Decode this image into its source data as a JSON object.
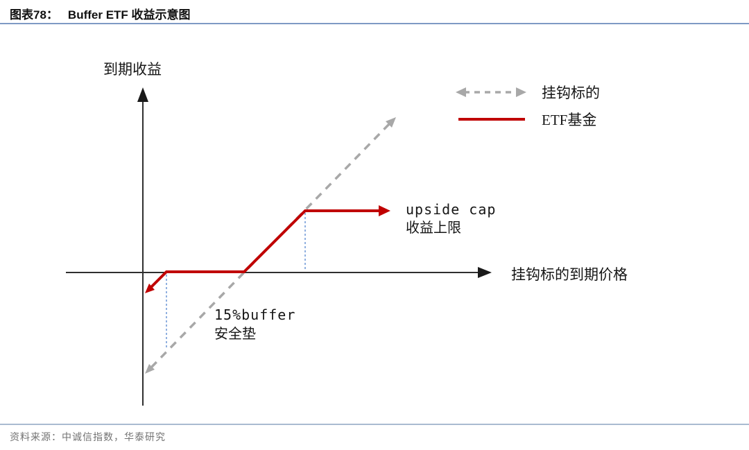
{
  "header": {
    "title_prefix": "图表78：",
    "title_main": "Buffer ETF 收益示意图"
  },
  "chart": {
    "y_axis_label": "到期收益",
    "x_axis_label": "挂钩标的到期价格",
    "cap_annotation_line1": "upside cap",
    "cap_annotation_line2": "收益上限",
    "buffer_annotation_line1": "15%buffer",
    "buffer_annotation_line2": "安全垫"
  },
  "legend": {
    "items": [
      {
        "label": "挂钩标的",
        "swatch": "dashed-gray-double-arrow",
        "color": "#a8a8a8"
      },
      {
        "label": "ETF基金",
        "swatch": "solid-red-line",
        "color": "#c00000"
      }
    ]
  },
  "footer": {
    "source": "资料来源：中诚信指数，华泰研究"
  },
  "colors": {
    "underlying_dashed": "#a8a8a8",
    "etf_red": "#c00000",
    "axis_black": "#2f2f2f",
    "guide_blue": "#6c96d6",
    "title_underline_blue": "#7e9ac4",
    "footer_divider_blue": "#a9bbd0",
    "footer_text_gray": "#737373"
  },
  "chart_data": {
    "type": "line",
    "title": "Buffer ETF 收益示意图",
    "xlabel": "挂钩标的到期价格",
    "ylabel": "到期收益",
    "x_units": "underlying return at maturity (schematic %)",
    "buffer_pct": 15,
    "grid": false,
    "legend_position": "top-right",
    "annotations": [
      {
        "text": "upside cap 收益上限",
        "attached_to": "ETF基金 cap level"
      },
      {
        "text": "15%buffer 安全垫",
        "attached_to": "flat zero-return zone between -15% and 0%"
      }
    ],
    "series": [
      {
        "name": "挂钩标的",
        "style": "dashed",
        "color": "#a8a8a8",
        "x": [
          -26,
          28
        ],
        "y": [
          -26,
          28
        ]
      },
      {
        "name": "ETF基金",
        "style": "solid",
        "color": "#c00000",
        "x": [
          -20,
          -15,
          0,
          13,
          28
        ],
        "y": [
          -5,
          0,
          0,
          13,
          13
        ]
      }
    ],
    "guides": [
      {
        "type": "vertical-dotted",
        "x": -15,
        "from_y": 0,
        "to_y": -15
      },
      {
        "type": "vertical-dotted",
        "x": 13,
        "from_y": 13,
        "to_y": 0
      }
    ]
  }
}
